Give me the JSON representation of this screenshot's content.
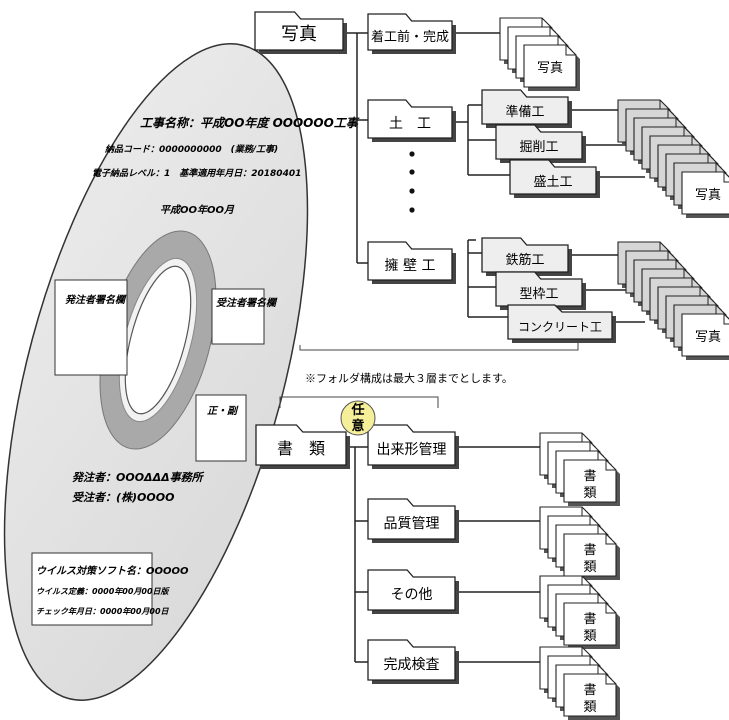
{
  "disc": {
    "construction_name": "工事名称：平成OO年度 OOOOOO工事",
    "delivery_code": "納品コード：0000000000　(業務/工事)",
    "level": "電子納品レベル：1　基準適用年月日：20180401",
    "date": "平成OO年OO月",
    "orderer_signature": "発注者署名欄",
    "contractor_signature": "受注者署名欄",
    "seal": "正・副",
    "orderer": "発注者：OOOΔΔΔ事務所",
    "contractor": "受注者：(株)OOOO",
    "virus_software": "ウイルス対策ソフト名：OOOOO",
    "virus_definition": "ウイルス定義：0000年00月00日版",
    "check_date": "チェック年月日：0000年00月00日"
  },
  "photo_tree": {
    "root": "写真",
    "level1": [
      "着工前・完成",
      "土　工",
      "擁 壁 工"
    ],
    "doji_children": [
      "準備工",
      "掘削工",
      "盛土工"
    ],
    "youheki_children": [
      "鉄筋工",
      "型枠工",
      "コンクリート工"
    ],
    "photo_label": "写真"
  },
  "note": "※フォルダ構成は最大３層までとします。",
  "doc_tree": {
    "root": "書　類",
    "optional_badge": "任意",
    "children": [
      "出来形管理",
      "品質管理",
      "その他",
      "完成検査"
    ],
    "doc_label": "書類"
  }
}
